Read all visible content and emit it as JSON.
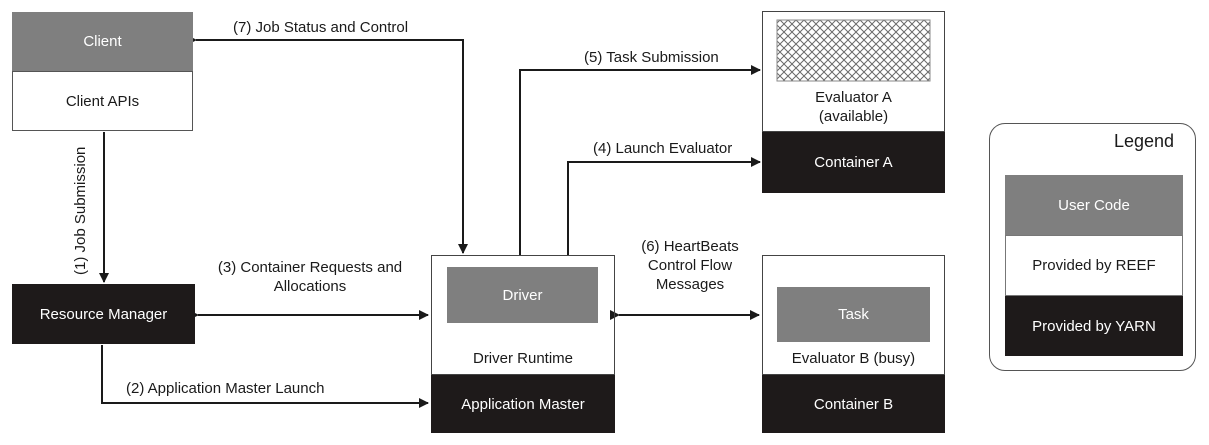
{
  "client": {
    "title": "Client",
    "apis": "Client APIs"
  },
  "resource_manager": "Resource Manager",
  "driver_node": {
    "driver": "Driver",
    "runtime": "Driver Runtime",
    "app_master": "Application Master"
  },
  "evaluator_a": {
    "name": "Evaluator A",
    "status": "(available)",
    "container": "Container A"
  },
  "evaluator_b": {
    "task": "Task",
    "name": "Evaluator B (busy)",
    "container": "Container B"
  },
  "edges": {
    "job_submission": "(1) Job Submission",
    "app_master_launch": "(2) Application Master Launch",
    "container_requests_1": "(3) Container Requests and",
    "container_requests_2": "Allocations",
    "launch_evaluator": "(4) Launch Evaluator",
    "task_submission": "(5) Task Submission",
    "heartbeats_1": "(6) HeartBeats",
    "heartbeats_2": "Control Flow",
    "heartbeats_3": "Messages",
    "job_status": "(7) Job Status and Control"
  },
  "legend": {
    "title": "Legend",
    "user_code": "User Code",
    "reef": "Provided by REEF",
    "yarn": "Provided by YARN"
  },
  "colors": {
    "user_code": "#7f7f7f",
    "reef": "#ffffff",
    "yarn": "#1e1a1a"
  }
}
